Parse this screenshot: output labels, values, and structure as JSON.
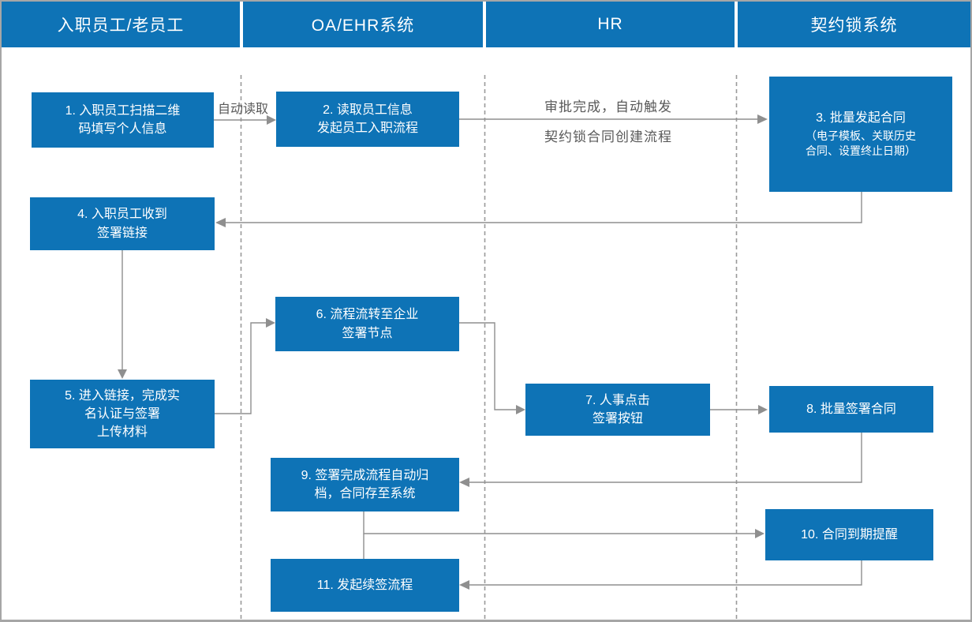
{
  "lanes": [
    {
      "label": "入职员工/老员工"
    },
    {
      "label": "OA/EHR系统"
    },
    {
      "label": "HR"
    },
    {
      "label": "契约锁系统"
    }
  ],
  "nodes": {
    "n1": {
      "text": "1. 入职员工扫描二维\n码填写个人信息"
    },
    "n2": {
      "text": "2. 读取员工信息\n发起员工入职流程"
    },
    "n3": {
      "title": "3. 批量发起合同",
      "subtitle": "（电子模板、关联历史\n合同、设置终止日期）"
    },
    "n4": {
      "text": "4. 入职员工收到\n签署链接"
    },
    "n5": {
      "text": "5. 进入链接，完成实\n名认证与签署\n上传材料"
    },
    "n6": {
      "text": "6. 流程流转至企业\n签署节点"
    },
    "n7": {
      "text": "7. 人事点击\n签署按钮"
    },
    "n8": {
      "text": "8. 批量签署合同"
    },
    "n9": {
      "text": "9. 签署完成流程自动归\n档，合同存至系统"
    },
    "n10": {
      "text": "10. 合同到期提醒"
    },
    "n11": {
      "text": "11. 发起续签流程"
    }
  },
  "edge_labels": {
    "auto_read": "自动读取",
    "approval_line1": "审批完成，自动触发",
    "approval_line2": "契约锁合同创建流程"
  },
  "colors": {
    "node_fill": "#0e73b6",
    "node_text": "#ffffff",
    "connector": "#8f8f8f",
    "lane_divider": "#9a9a9a",
    "edge_label_text": "#595959",
    "border": "#a6a6a6",
    "background": "#ffffff"
  }
}
